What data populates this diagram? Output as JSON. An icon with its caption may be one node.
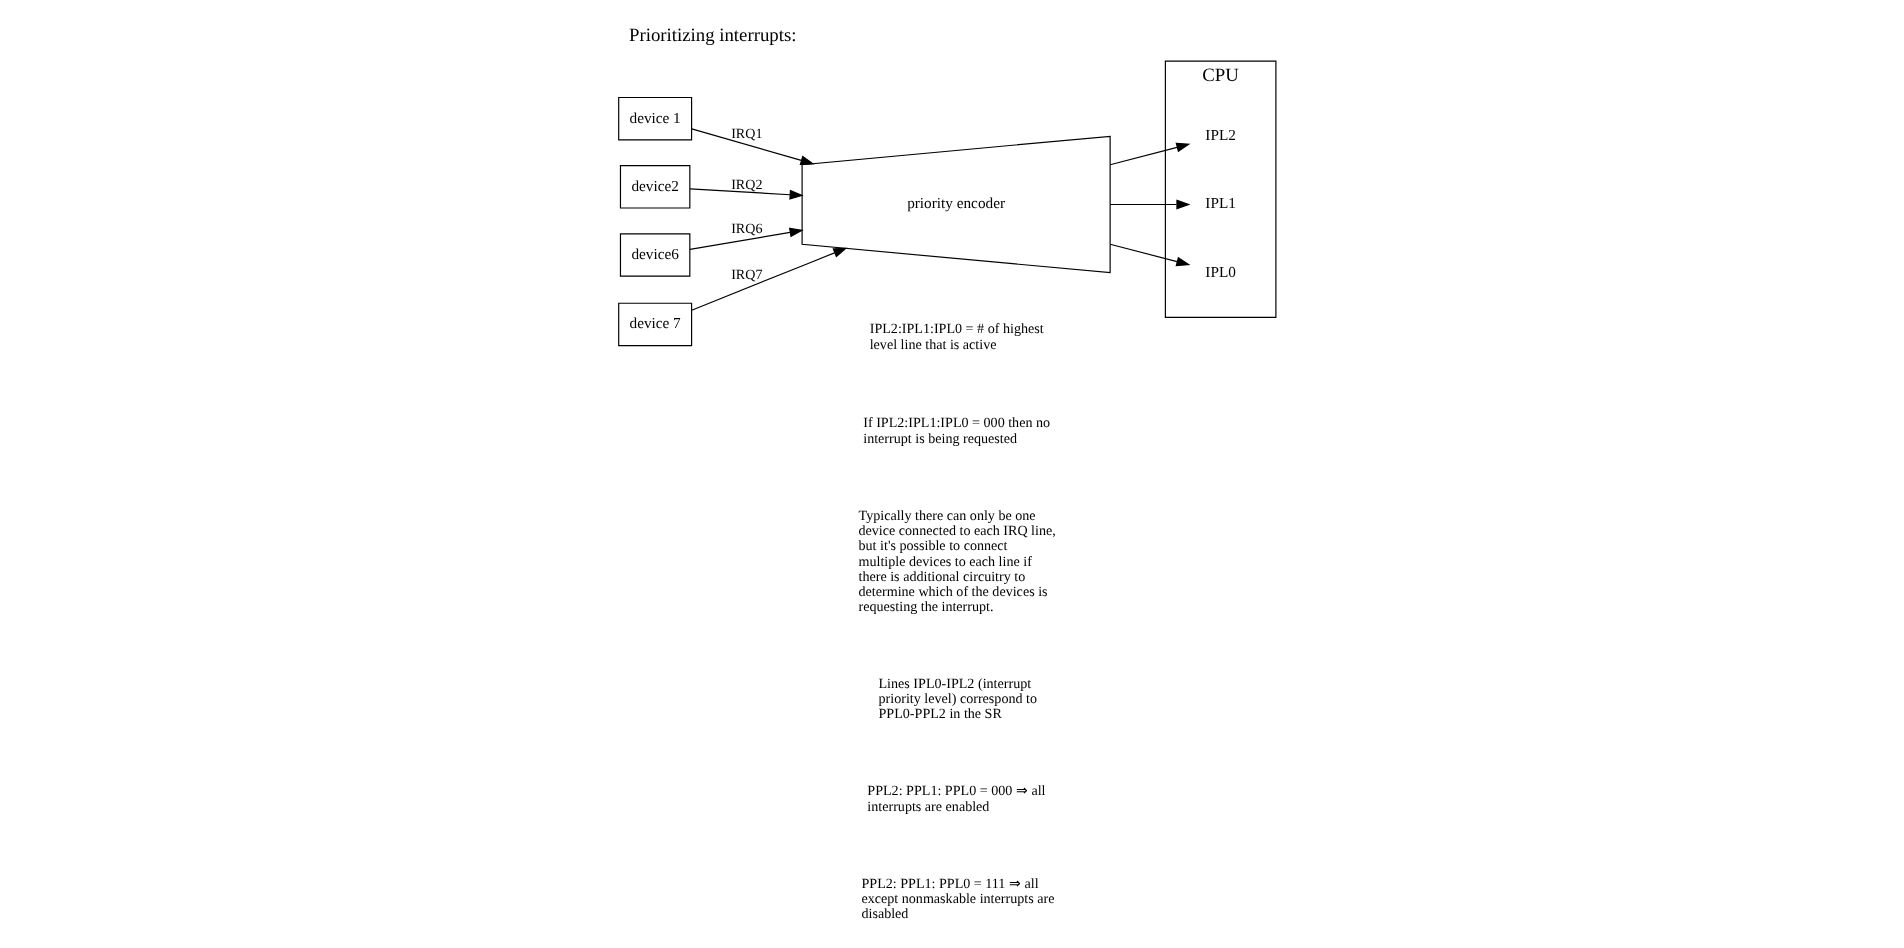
{
  "diagram": {
    "title": "Prioritizing interrupts:",
    "nodes": [
      {
        "text": [
          "CPU"
        ]
      },
      {
        "text": [
          "IPL2"
        ],
        "in": 0
      },
      {
        "text": [
          "IPL1"
        ],
        "in": 0
      },
      {
        "text": [
          "IPL0"
        ],
        "in": 0
      },
      {
        "text": [
          "priority encoder"
        ]
      },
      {
        "text": [
          "device 1"
        ]
      },
      {
        "text": [
          "device2"
        ]
      },
      {
        "text": [
          "device6"
        ]
      },
      {
        "text": [
          "device 7"
        ]
      }
    ],
    "edges": [
      {
        "from": 4,
        "to": 1,
        "arrow": "to"
      },
      {
        "from": 4,
        "to": 2,
        "arrow": "to"
      },
      {
        "from": 4,
        "to": 3,
        "arrow": "to"
      },
      {
        "from": 8,
        "to": 4,
        "arrow": "to",
        "label": "IRQ7"
      },
      {
        "from": 7,
        "to": 4,
        "arrow": "to",
        "label": "IRQ6"
      },
      {
        "from": 6,
        "to": 4,
        "arrow": "to",
        "label": "IRQ2"
      },
      {
        "from": 5,
        "to": 4,
        "arrow": "to",
        "label": "IRQ1"
      }
    ],
    "labels": [
      "IPL2:IPL1:IPL0 = # of highest level line that is active",
      "If IPL2:IPL1:IPL0 = 000 then no interrupt is being requested",
      "Typically there can only be one device connected to each IRQ line, but it's possible to connect multiple devices to each line if there is additional circuitry to determine which of the devices is requesting the interrupt.",
      "Lines IPL0-IPL2 (interrupt priority level) correspond to PPL0-PPL2 in the SR",
      "PPL2: PPL1: PPL0 = 000 ⇒ all interrupts are enabled",
      "PPL2: PPL1: PPL0 = 111 ⇒ all except nonmaskable interrupts are disabled"
    ]
  }
}
